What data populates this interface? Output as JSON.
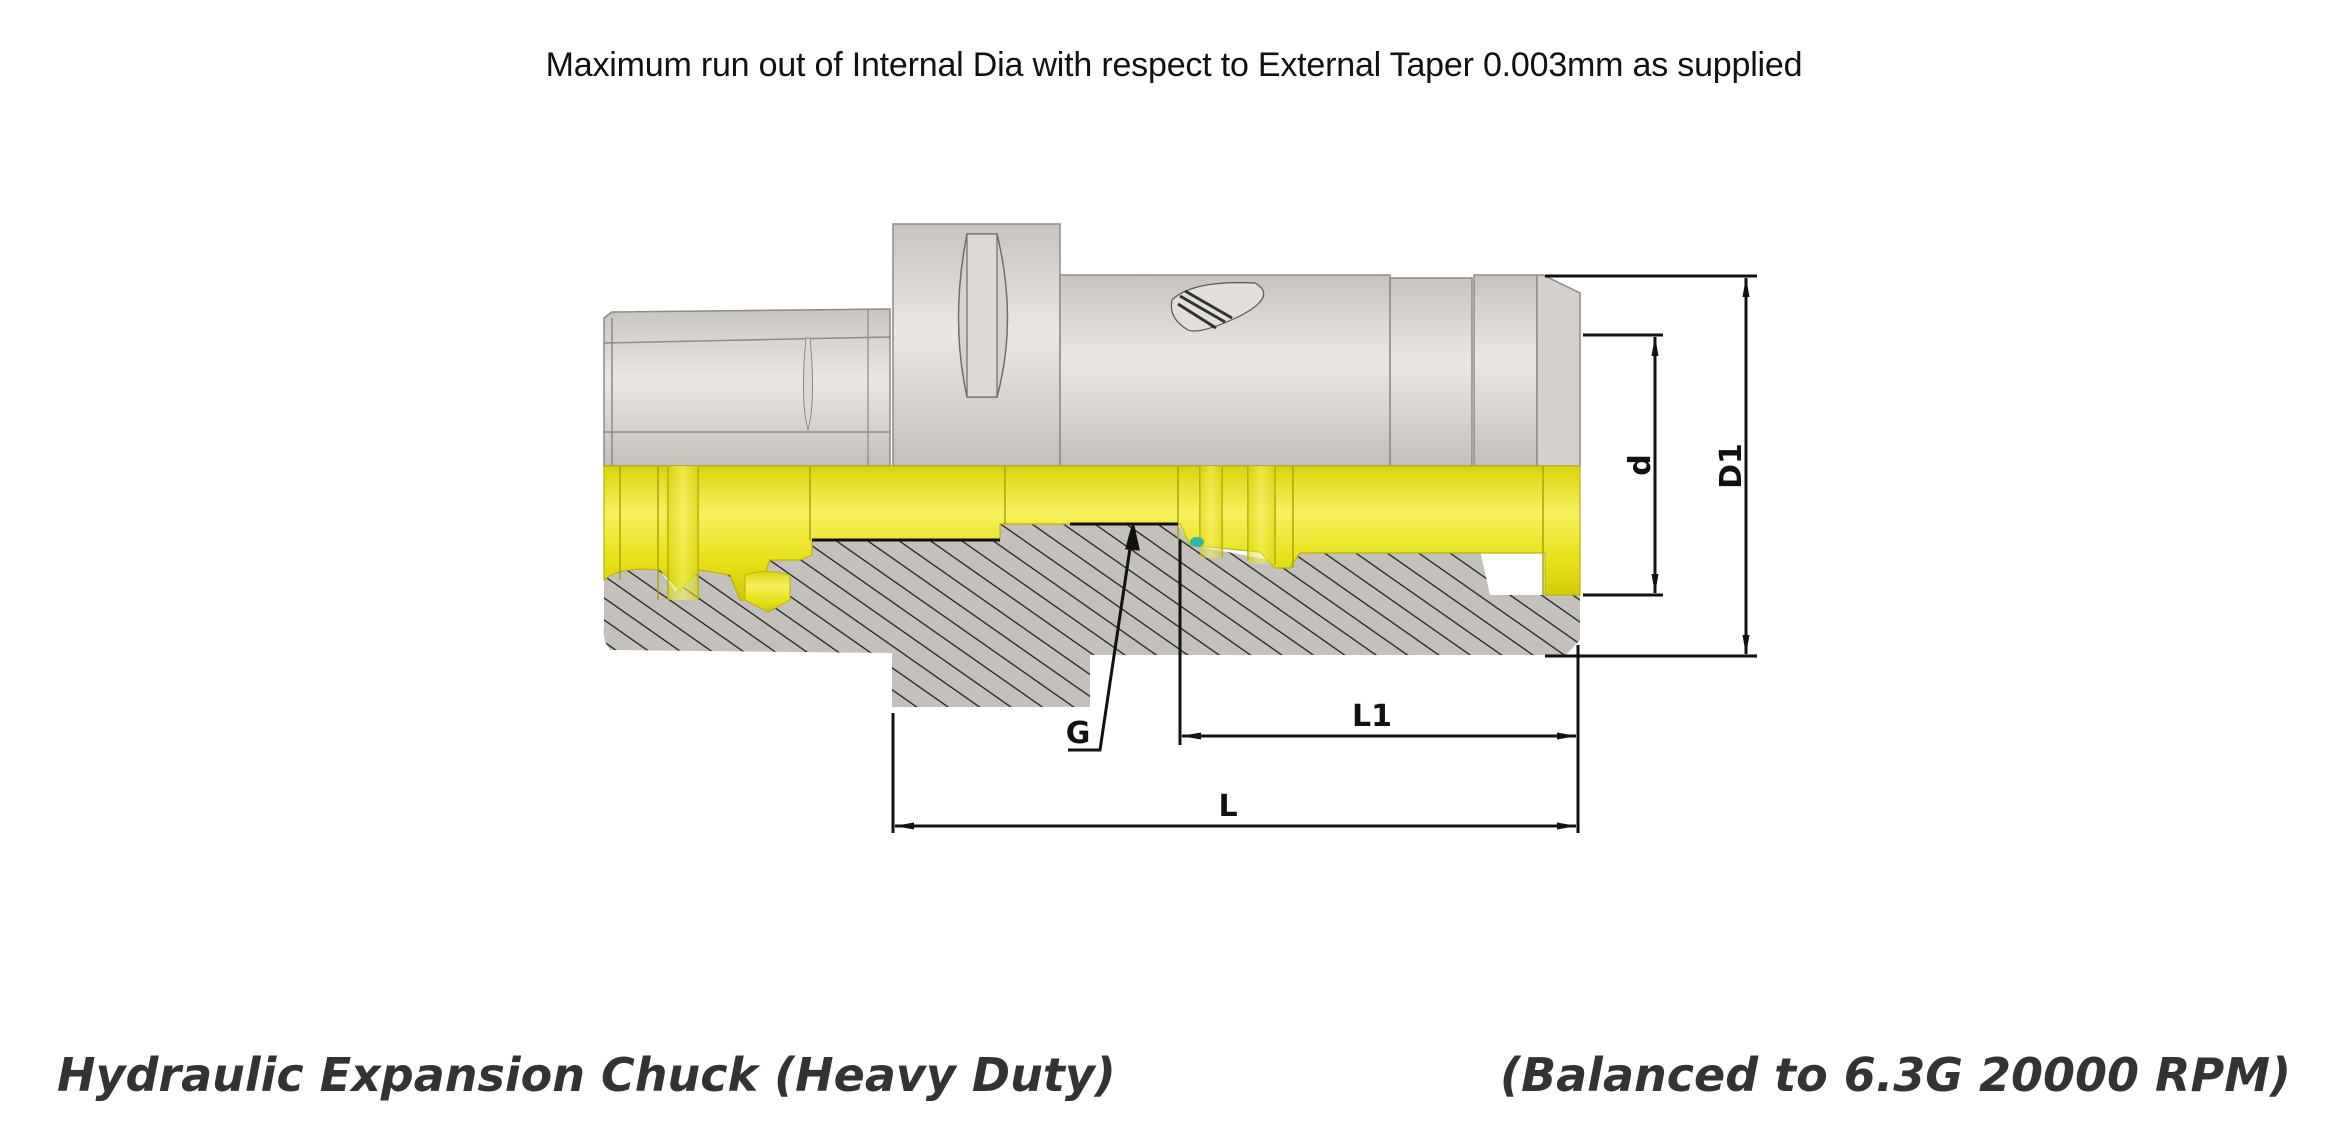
{
  "header": {
    "note": "Maximum run out of Internal Dia with respect to External Taper 0.003mm as supplied"
  },
  "drawing": {
    "subject": "Hydraulic expansion chuck cross-section",
    "dimensions": {
      "d": "d",
      "D1": "D1",
      "L": "L",
      "L1": "L1",
      "G": "G"
    },
    "colors": {
      "body_gray": "#c9c6c2",
      "body_highlight": "#ece9e5",
      "section_yellow": "#e3de12",
      "section_yellow_highlight": "#f7f36a",
      "hatch_fill": "#c4c1bc",
      "hatch_line": "#222222",
      "seal_teal": "#2fb5a3",
      "dimension_line": "#111111"
    }
  },
  "footer": {
    "product_title": "Hydraulic Expansion Chuck (Heavy Duty)",
    "balance_spec": "(Balanced to 6.3G 20000 RPM)"
  }
}
